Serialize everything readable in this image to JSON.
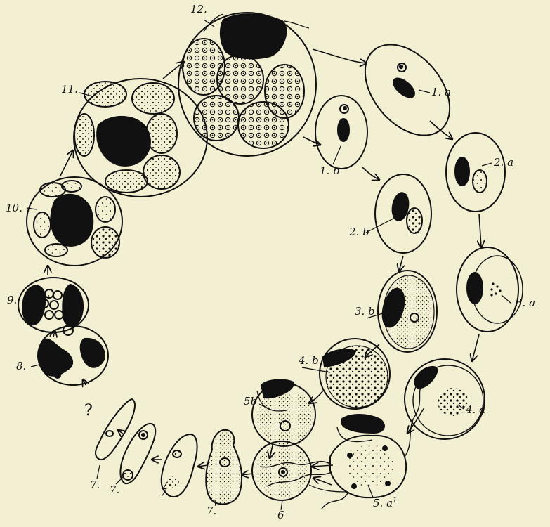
{
  "colors": {
    "paper": "#f3efd2",
    "ink": "#111111"
  },
  "stages": {
    "s12": "12.",
    "s11": "11.",
    "s10": "10.",
    "s9": "9.",
    "s8": "8.",
    "s1a": "1. a",
    "s1b": "1. b",
    "s2a": "2. a",
    "s2b": "2. b",
    "s3a": "3. a",
    "s3b": "3. b",
    "s4a": "4. a",
    "s4b": "4. b",
    "s5a": "5. a",
    "s5a_sup": "1",
    "s5b": "5b",
    "s6": "6",
    "s7a": "7.",
    "s7b": "7.",
    "s7c": "7.",
    "s7d": "7.",
    "query": "?"
  }
}
